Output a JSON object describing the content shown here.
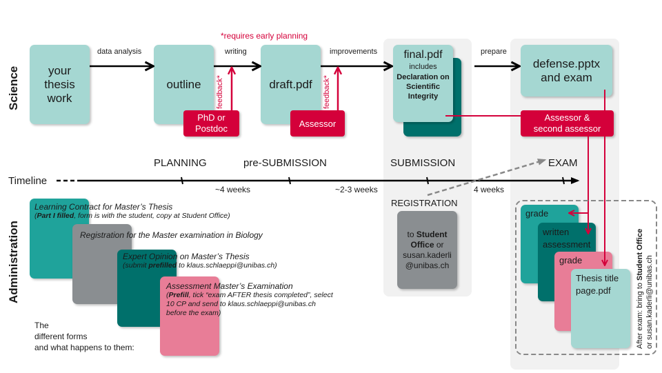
{
  "rows": {
    "science": "Science",
    "timeline": "Timeline",
    "administration": "Administration"
  },
  "science": {
    "early_planning_note": "*requires early planning",
    "steps": {
      "thesis_work": "your\nthesis\nwork",
      "outline": "outline",
      "draft": "draft.pdf",
      "final_title": "final.pdf",
      "final_includes": "includes",
      "final_declaration": "Declaration on Scientific Integrity",
      "defense": "defense.pptx\nand exam"
    },
    "arrows": {
      "data_analysis": "data analysis",
      "writing": "writing",
      "improvements": "improvements",
      "prepare": "prepare",
      "feedback_1": "feedback*",
      "feedback_2": "feedback*"
    },
    "reviewers": {
      "phd": "PhD or\nPostdoc",
      "assessor": "Assessor",
      "two_assessors": "Assessor &\nsecond assessor"
    }
  },
  "timeline": {
    "phases": [
      "PLANNING",
      "pre-SUBMISSION",
      "SUBMISSION",
      "EXAM"
    ],
    "durations": [
      "~4 weeks",
      "~2-3 weeks",
      "4 weeks"
    ]
  },
  "administration": {
    "forms": [
      {
        "title": "Learning Contract for Master’s Thesis",
        "note_bold": "Part I filled",
        "note_rest": ", form is with the student, copy at Student Office)"
      },
      {
        "title": "Registration for the Master examination in Biology"
      },
      {
        "title": "Expert Opinion on Master’s Thesis",
        "note_pre": "(submit ",
        "note_bold": "prefilled",
        "note_rest": " to klaus.schlaeppi@unibas.ch)"
      },
      {
        "title": "Assessment Master’s Examination",
        "note_bold": "Prefill",
        "note_line1": ", tick “exam AFTER thesis completed”, select",
        "note_line2": "10 CP and send to klaus.schlaeppi@unibas.ch",
        "note_line3": "before the exam)"
      }
    ],
    "caption": [
      "The",
      "different forms",
      "and what happens to them:"
    ],
    "registration": {
      "label": "REGISTRATION",
      "to": "to ",
      "office_bold": "Student Office",
      "or": " or",
      "email1": "susan.kaderli",
      "email2": "@unibas.ch"
    },
    "exam_docs": {
      "grade_1": "grade",
      "written": "written\nassessment",
      "grade_2": "grade",
      "title_page": "Thesis title\npage.pdf",
      "after_exam_pre": "After exam: bring to ",
      "after_exam_bold": "Student Office",
      "after_exam_line2": "or susan.kaderli@unibas.ch"
    }
  },
  "colors": {
    "teal_light": "#a5d7d2",
    "teal_mid": "#1fa39b",
    "teal_dark": "#00706b",
    "grey": "#8a8e91",
    "pink": "#e87d97",
    "red": "#d4003a",
    "panel": "#f1f1f1"
  }
}
